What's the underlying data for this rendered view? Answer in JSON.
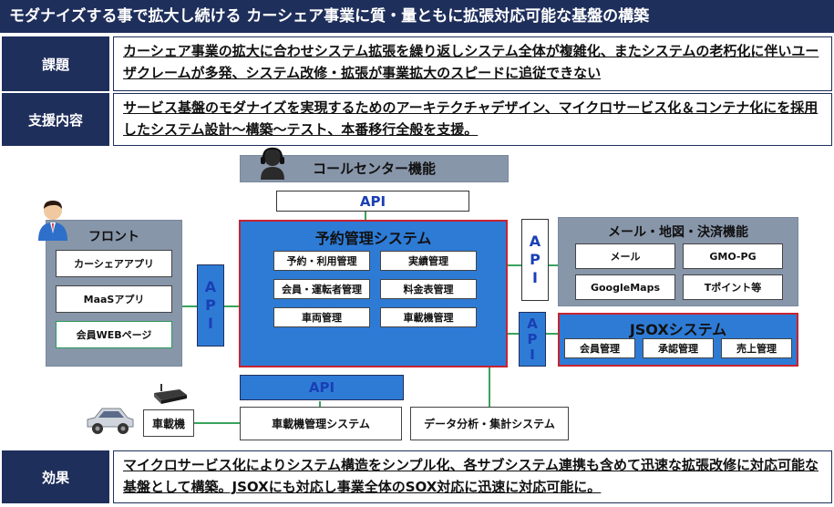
{
  "title": "モダナイズする事で拡大し続ける カーシェア事業に質・量ともに拡張対応可能な基盤の構築",
  "rows": {
    "issue": {
      "label": "課題",
      "text": "カーシェア事業の拡大に合わせシステム拡張を繰り返しシステム全体が複雑化、またシステムの老朽化に伴いユーザクレームが多発、システム改修・拡張が事業拡大のスピードに追従できない"
    },
    "support": {
      "label": "支援内容",
      "text": "サービス基盤のモダナイズを実現するためのアーキテクチャデザイン、マイクロサービス化＆コンテナ化にを採用したシステム設計～構築～テスト、本番移行全般を支援。"
    },
    "effect": {
      "label": "効果",
      "text": "マイクロサービス化によりシステム構造をシンプル化、各サブシステム連携も含めて迅速な拡張改修に対応可能な基盤として構築。JSOXにも対応し事業全体のSOX対応に迅速に対応可能に。"
    }
  },
  "diagram": {
    "call_center": "コールセンター機能",
    "api": "API",
    "api_vertical": [
      "A",
      "P",
      "I"
    ],
    "front": {
      "title": "フロント",
      "items": [
        "カーシェアアプリ",
        "MaaSアプリ",
        "会員WEBページ"
      ]
    },
    "core": {
      "title": "予約管理システム",
      "items": [
        "予約・利用管理",
        "実績管理",
        "会員・運転者管理",
        "料金表管理",
        "車両管理",
        "車載機管理"
      ]
    },
    "mail": {
      "title": "メール・地図・決済機能",
      "items": [
        "メール",
        "GMO-PG",
        "GoogleMaps",
        "Tポイント等"
      ]
    },
    "jsox": {
      "title": "JSOXシステム",
      "items": [
        "会員管理",
        "承認管理",
        "売上管理"
      ]
    },
    "onboard": "車載機",
    "onboard_mgmt": "車載機管理システム",
    "analytics": "データ分析・集計システム",
    "icons": [
      "operator-icon",
      "user-icon",
      "car-icon",
      "device-icon"
    ],
    "colors": {
      "navy": "#1f2f5c",
      "blue": "#2e7bd6",
      "grey": "#8896aa",
      "red_border": "#c7232f",
      "line": "#3aa35d"
    }
  }
}
